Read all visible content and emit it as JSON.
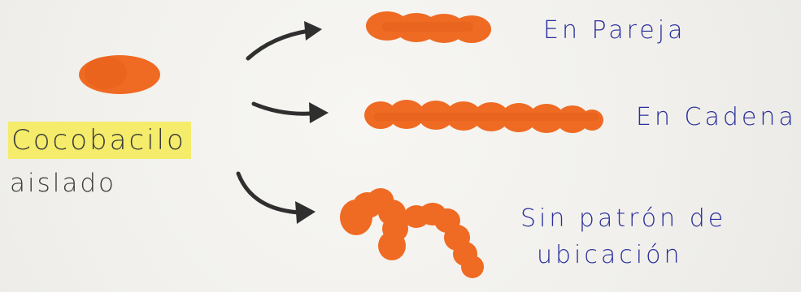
{
  "labels": {
    "main": "Cocobacilo",
    "main_sub": "aislado",
    "pair": "En Pareja",
    "chain": "En Cadena",
    "no_pattern_line1": "Sin patrón de",
    "no_pattern_line2": "ubicación"
  },
  "colors": {
    "bacteria": "#ef6a22",
    "bacteria_dark": "#e05a17",
    "highlight": "#f4ec6a",
    "arrow": "#2f2f2f",
    "label_blue": "#2a2f9c",
    "paper": "#f2f1ee"
  }
}
